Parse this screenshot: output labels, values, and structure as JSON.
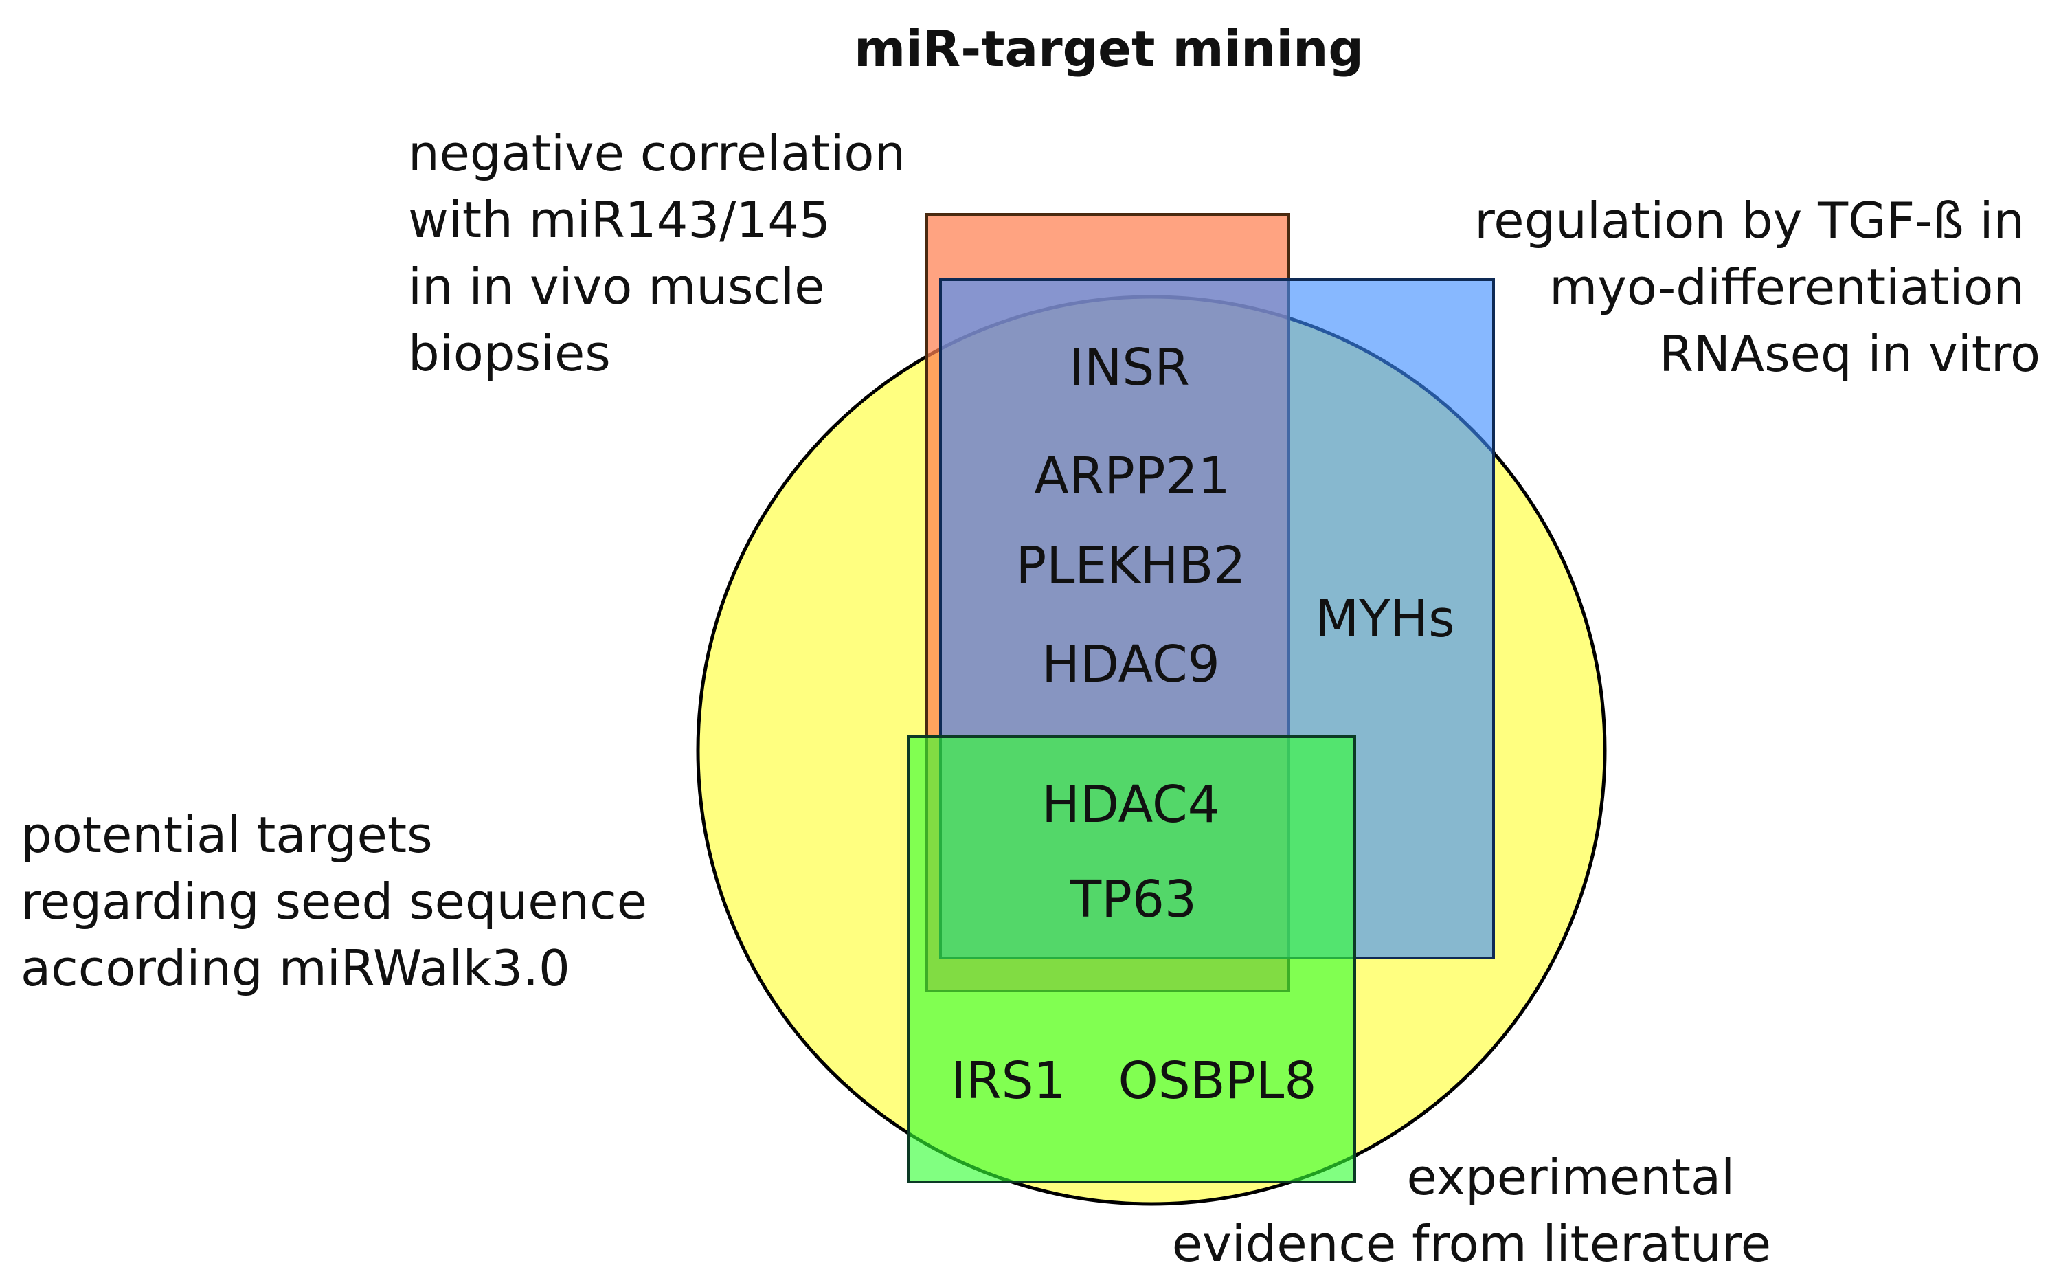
{
  "title": "miR-target mining",
  "sets": {
    "seed": {
      "label_lines": [
        "potential targets",
        "regarding seed sequence",
        "according miRWalk3.0"
      ],
      "color": "#ffff80"
    },
    "correlation": {
      "label_lines": [
        "negative correlation",
        "with miR143/145",
        "in in vivo muscle",
        "biopsies"
      ],
      "color": "#ff7f50"
    },
    "tgf": {
      "label_lines": [
        "regulation by TGF-ß in",
        "myo-differentiation",
        "RNAseq in vitro"
      ],
      "color": "#3d8cff"
    },
    "literature": {
      "label_lines": [
        "experimental",
        "evidence from literature"
      ],
      "color": "#33ff33"
    }
  },
  "genes": {
    "insr": "INSR",
    "arpp21": "ARPP21",
    "plekhb2": "PLEKHB2",
    "hdac9": "HDAC9",
    "hdac4": "HDAC4",
    "tp63": "TP63",
    "myhs": "MYHs",
    "irs1": "IRS1",
    "osbpl8": "OSBPL8"
  }
}
